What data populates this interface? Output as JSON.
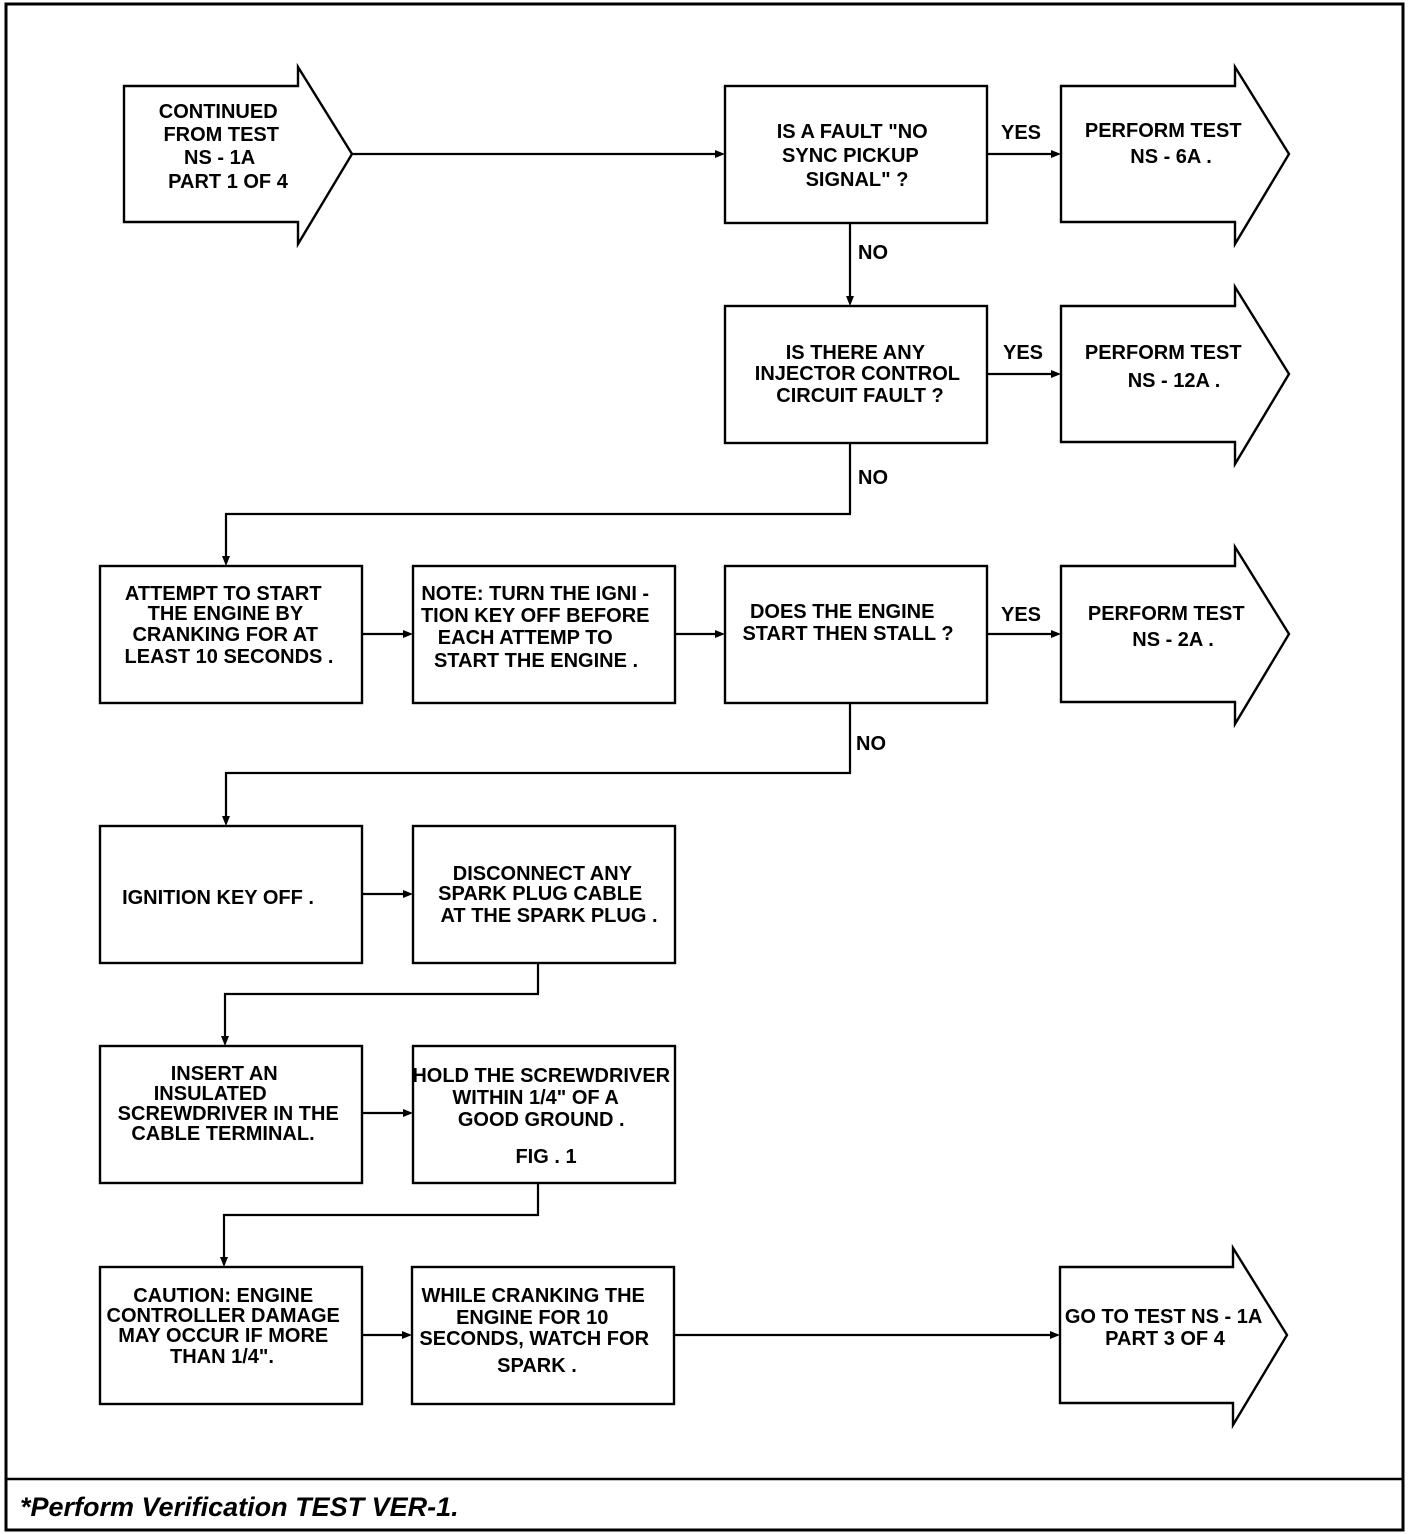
{
  "nodes": {
    "start": {
      "lines": [
        "CONTINUED",
        "FROM TEST",
        "NS - 1A",
        "PART 1 OF 4"
      ]
    },
    "q_sync": {
      "lines": [
        "IS A FAULT \"NO",
        "SYNC PICKUP",
        "SIGNAL\" ?"
      ]
    },
    "perform_ns6a": {
      "lines": [
        "PERFORM TEST",
        "NS - 6A ."
      ]
    },
    "q_injector": {
      "lines": [
        "IS THERE ANY",
        "INJECTOR CONTROL",
        "CIRCUIT FAULT ?"
      ]
    },
    "perform_ns12a": {
      "lines": [
        "PERFORM TEST",
        "NS - 12A ."
      ]
    },
    "attempt_start": {
      "lines": [
        "ATTEMPT TO START",
        "THE ENGINE BY",
        "CRANKING FOR AT",
        "LEAST 10 SECONDS ."
      ]
    },
    "note_ignition": {
      "lines": [
        "NOTE: TURN THE IGNI -",
        "TION KEY OFF BEFORE",
        "EACH ATTEMP TO",
        "START THE ENGINE ."
      ]
    },
    "q_stall": {
      "lines": [
        "DOES THE ENGINE",
        "START THEN STALL ?"
      ]
    },
    "perform_ns2a": {
      "lines": [
        "PERFORM TEST",
        "NS - 2A ."
      ]
    },
    "ignition_off": {
      "lines": [
        "IGNITION KEY OFF ."
      ]
    },
    "disconnect_cable": {
      "lines": [
        "DISCONNECT ANY",
        "SPARK PLUG CABLE",
        "AT THE SPARK PLUG ."
      ]
    },
    "insert_screwdriver": {
      "lines": [
        "INSERT AN",
        "INSULATED",
        "SCREWDRIVER IN THE",
        "CABLE TERMINAL."
      ]
    },
    "hold_screwdriver": {
      "lines": [
        "HOLD THE SCREWDRIVER",
        "WITHIN 1/4\" OF A",
        "GOOD GROUND .",
        "FIG . 1"
      ]
    },
    "caution": {
      "lines": [
        "CAUTION: ENGINE",
        "CONTROLLER DAMAGE",
        "MAY OCCUR IF MORE",
        "THAN 1/4\"."
      ]
    },
    "watch_spark": {
      "lines": [
        "WHILE CRANKING THE",
        "ENGINE FOR 10",
        "SECONDS, WATCH FOR",
        "SPARK ."
      ]
    },
    "goto_part3": {
      "lines": [
        "GO TO TEST NS - 1A",
        "PART 3 OF 4"
      ]
    }
  },
  "edge_labels": {
    "sync_yes": "YES",
    "sync_no": "NO",
    "injector_yes": "YES",
    "injector_no": "NO",
    "stall_yes": "YES",
    "stall_no": "NO"
  },
  "footnote": "*Perform Verification TEST VER-1."
}
